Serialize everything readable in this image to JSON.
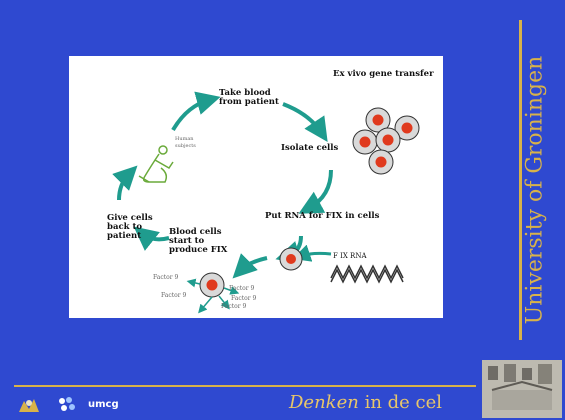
{
  "panel": {
    "title": "Ex vivo gene transfer",
    "steps": {
      "take_blood": "Take blood\nfrom patient",
      "isolate": "Isolate cells",
      "put_rna": "Put RNA for FIX in cells",
      "produce": "Blood cells\nstart to\nproduce FIX",
      "give_back": "Give cells\nback to\npatient"
    },
    "patient_caption": "Human\nsubjects",
    "rna_label": "F IX RNA",
    "factor_labels": [
      "Factor 9",
      "Factor 9",
      "Factor 9",
      "Factor 9",
      "Factor 9"
    ]
  },
  "side_title": "University of Groningen",
  "footer": {
    "italic": "Denken",
    "rest": " in de cel",
    "umcg": "umcg"
  },
  "colors": {
    "background": "#2f49d0",
    "gold": "#d8b24a",
    "arrow_teal": "#1f9c8e",
    "cell_red": "#e03a1e"
  }
}
